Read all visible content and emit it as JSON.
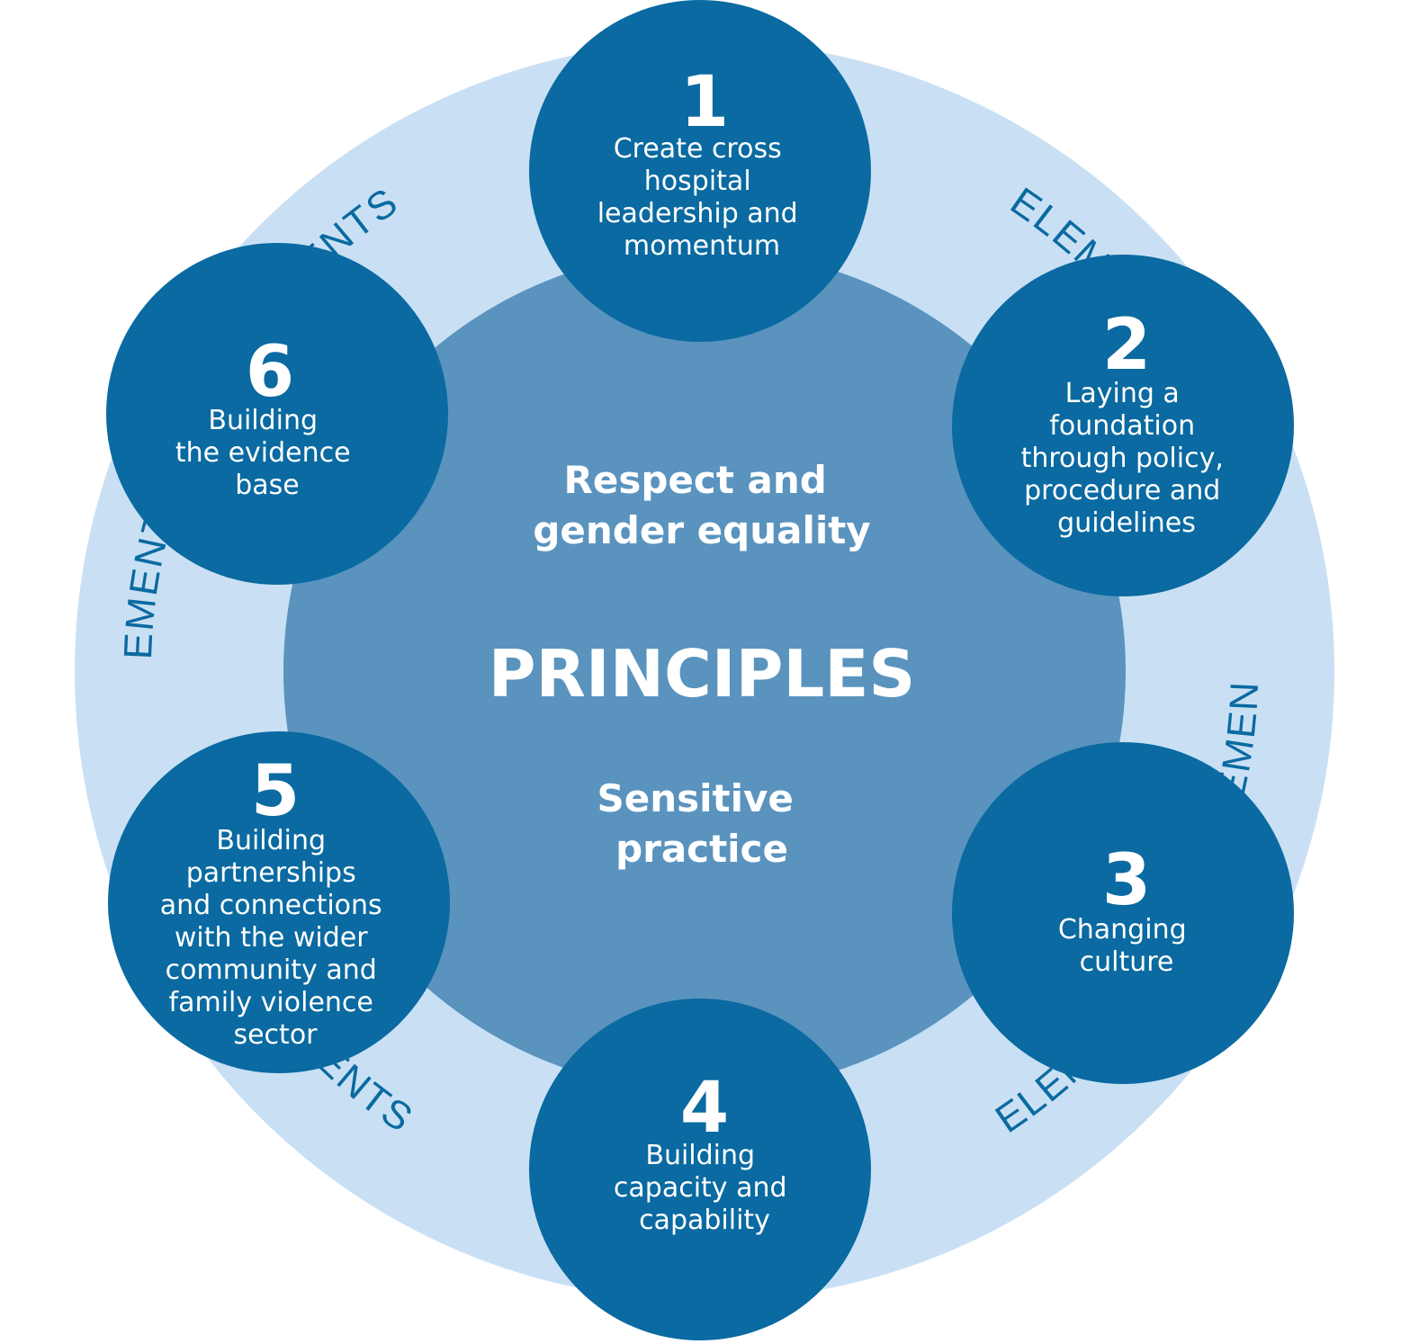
{
  "colors": {
    "outer_ring": "#c9e0f4",
    "inner_disc": "#5a93be",
    "step_circle": "#0a6aa1",
    "ring_text": "#0a6aa1",
    "text_light": "#ffffff"
  },
  "center": {
    "title": "PRINCIPLES",
    "principles": [
      {
        "lines": [
          "Respect and",
          "gender equality"
        ]
      },
      {
        "lines": [
          "Sensitive",
          "practice"
        ]
      }
    ]
  },
  "ring_label": "ELEMENTS",
  "steps": [
    {
      "number": "1",
      "lines": [
        "Create cross",
        "hospital",
        "leadership and",
        "momentum"
      ]
    },
    {
      "number": "2",
      "lines": [
        "Laying a",
        "foundation",
        "through policy,",
        "procedure and",
        "guidelines"
      ]
    },
    {
      "number": "3",
      "lines": [
        "Changing",
        "culture"
      ]
    },
    {
      "number": "4",
      "lines": [
        "Building",
        "capacity and",
        "capability"
      ]
    },
    {
      "number": "5",
      "lines": [
        "Building",
        "partnerships",
        "and connections",
        "with the wider",
        "community and",
        "family violence",
        "sector"
      ]
    },
    {
      "number": "6",
      "lines": [
        "Building",
        "the evidence",
        "base"
      ]
    }
  ]
}
